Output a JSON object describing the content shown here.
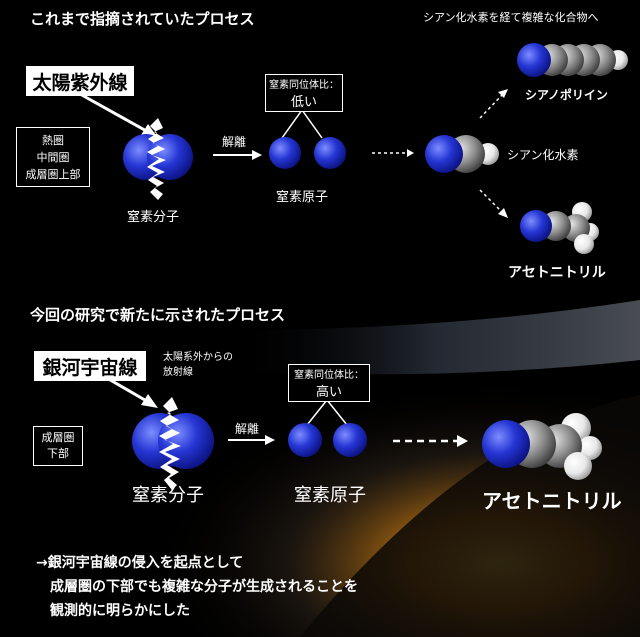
{
  "top": {
    "heading": "これまで指摘されていたプロセス",
    "radiation": "太陽紫外線",
    "region": [
      "熱圏",
      "中間圏",
      "成層圏上部"
    ],
    "dissociation": "解離",
    "isotope_title": "窒素同位体比：",
    "isotope_value": "低い",
    "molecule": "窒素分子",
    "atoms": "窒素原子",
    "via_text": "シアン化水素を経て複雑な化合物へ",
    "product1": "シアノポリイン",
    "product2": "シアン化水素",
    "product3": "アセトニトリル"
  },
  "bottom": {
    "heading": "今回の研究で新たに示されたプロセス",
    "radiation": "銀河宇宙線",
    "radiation_note": [
      "太陽系外からの",
      "放射線"
    ],
    "region": [
      "成層圏",
      "下部"
    ],
    "dissociation": "解離",
    "isotope_title": "窒素同位体比：",
    "isotope_value": "高い",
    "molecule": "窒素分子",
    "atoms": "窒素原子",
    "product": "アセトニトリル"
  },
  "conclusion": [
    "→銀河宇宙線の侵入を起点として",
    "成層圏の下部でも複雑な分子が生成されることを",
    "観測的に明らかにした"
  ],
  "colors": {
    "nitrogen": "#2a3fd8",
    "carbon": "#8c8c8c",
    "hydrogen": "#f2f2f2",
    "horizon_glow": "#f2a21a"
  }
}
